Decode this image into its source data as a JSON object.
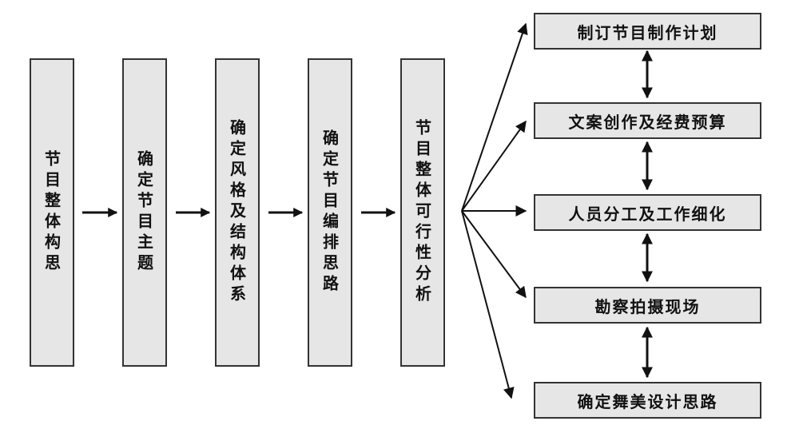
{
  "stages": [
    {
      "label": "节目整体构思"
    },
    {
      "label": "确定节目主题"
    },
    {
      "label": "确定风格及结构体系"
    },
    {
      "label": "确定节目编排思路"
    },
    {
      "label": "节目整体可行性分析"
    }
  ],
  "tasks": [
    {
      "label": "制订节目制作计划"
    },
    {
      "label": "文案创作及经费预算"
    },
    {
      "label": "人员分工及工作细化"
    },
    {
      "label": "勘察拍摄现场"
    },
    {
      "label": "确定舞美设计思路"
    }
  ],
  "colors": {
    "box_fill": "#e6e6e6",
    "border": "#333333",
    "arrow": "#111111",
    "text": "#111111"
  }
}
